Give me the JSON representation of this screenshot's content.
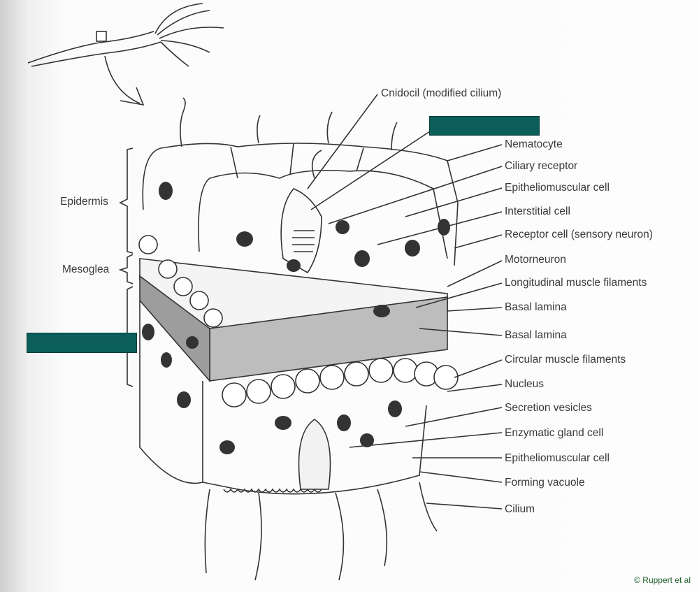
{
  "top_label": "Cnidocil (modified cilium)",
  "right_labels": [
    "Nematocyte",
    "Ciliary receptor",
    "Epitheliomuscular cell",
    "Interstitial cell",
    "Receptor cell (sensory neuron)",
    "Motorneuron",
    "Longitudinal muscle filaments",
    "Basal lamina",
    "Basal lamina",
    "Circular muscle filaments",
    "Nucleus",
    "Secretion vesicles",
    "Enzymatic gland cell",
    "Epitheliomuscular cell",
    "Forming vacuole",
    "Cilium"
  ],
  "left_labels": {
    "epidermis": "Epidermis",
    "mesoglea": "Mesoglea"
  },
  "hidden_box_color": "#0b5e59",
  "credit": "© Ruppert et al"
}
